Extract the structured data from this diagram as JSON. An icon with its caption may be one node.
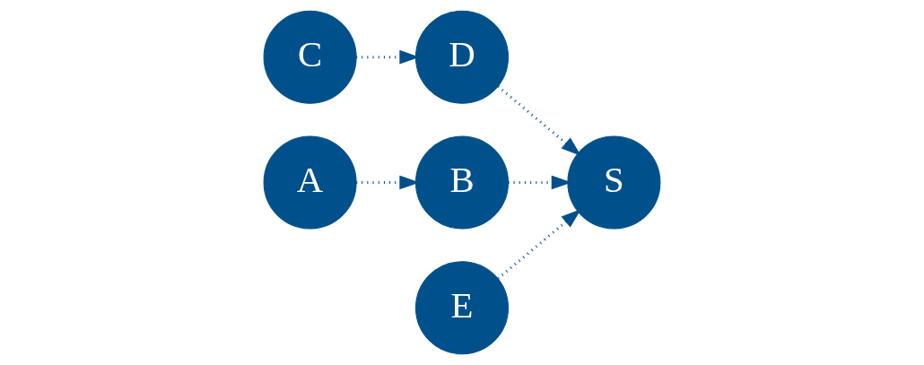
{
  "diagram": {
    "nodes": [
      {
        "text": [
          "C"
        ]
      },
      {
        "text": [
          "B"
        ]
      },
      {
        "text": [
          "A"
        ]
      },
      {
        "text": [
          "D"
        ]
      },
      {
        "text": [
          "S"
        ]
      },
      {
        "text": [
          "E"
        ]
      }
    ],
    "edges": [
      {
        "from": 0,
        "to": 3,
        "arrow": "to"
      },
      {
        "from": 2,
        "to": 1,
        "arrow": "to"
      },
      {
        "from": 1,
        "to": 4,
        "arrow": "to"
      },
      {
        "from": 3,
        "to": 4,
        "arrow": "to"
      },
      {
        "from": 5,
        "to": 4,
        "arrow": "to"
      }
    ]
  }
}
